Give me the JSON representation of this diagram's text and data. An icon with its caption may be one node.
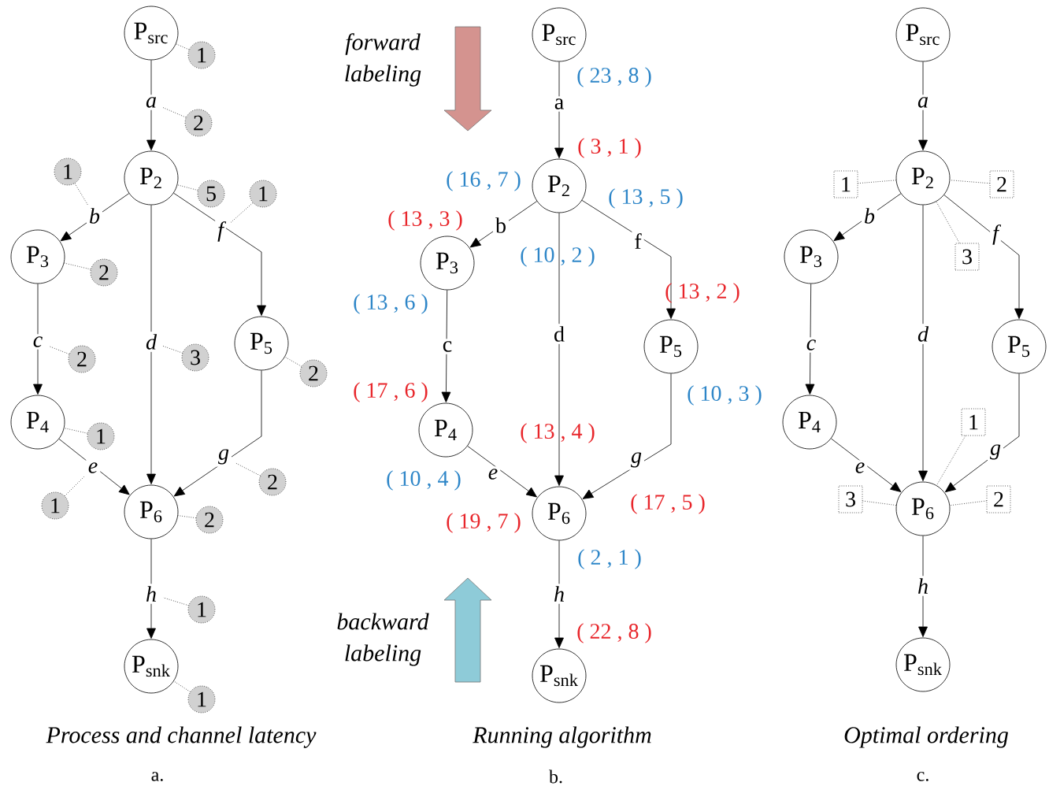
{
  "diagram": {
    "nodes": [
      {
        "text": [
          "P$_{src}$"
        ]
      },
      {
        "text": [
          "P$_{2}$"
        ]
      },
      {
        "text": [
          "P$_{3}$"
        ]
      },
      {
        "text": [
          "P$_{5}$"
        ]
      },
      {
        "text": [
          "P$_{4}$"
        ]
      },
      {
        "text": [
          "P$_{6}$"
        ]
      },
      {
        "text": [
          "P$_{snk}$"
        ]
      },
      {
        "text": [
          "1"
        ]
      },
      {
        "text": [
          "2"
        ]
      },
      {
        "text": [
          "1"
        ]
      },
      {
        "text": [
          "5"
        ]
      },
      {
        "text": [
          "1"
        ]
      },
      {
        "text": [
          "2"
        ]
      },
      {
        "text": [
          "2"
        ]
      },
      {
        "text": [
          "3"
        ]
      },
      {
        "text": [
          "2"
        ]
      },
      {
        "text": [
          "1"
        ]
      },
      {
        "text": [
          "1"
        ]
      },
      {
        "text": [
          "2"
        ]
      },
      {
        "text": [
          "2"
        ]
      },
      {
        "text": [
          "1"
        ]
      },
      {
        "text": [
          "1"
        ]
      },
      {
        "text": [
          "P$_{src}$"
        ]
      },
      {
        "text": [
          "P$_{2}$"
        ]
      },
      {
        "text": [
          "P$_{3}$"
        ]
      },
      {
        "text": [
          "P$_{5}$"
        ]
      },
      {
        "text": [
          "P$_{4}$"
        ]
      },
      {
        "text": [
          "P$_{6}$"
        ]
      },
      {
        "text": [
          "P$_{snk}$"
        ]
      },
      {
        "text": [
          "P$_{src}$"
        ]
      },
      {
        "text": [
          "P$_{2}$"
        ]
      },
      {
        "text": [
          "P$_{3}$"
        ]
      },
      {
        "text": [
          "P$_{5}$"
        ]
      },
      {
        "text": [
          "P$_{4}$"
        ]
      },
      {
        "text": [
          "P$_{6}$"
        ]
      },
      {
        "text": [
          "P$_{snk}$"
        ]
      },
      {
        "text": [
          "1"
        ]
      },
      {
        "text": [
          "2"
        ]
      },
      {
        "text": [
          "3"
        ]
      },
      {
        "text": [
          "1"
        ]
      },
      {
        "text": [
          "3"
        ]
      },
      {
        "text": [
          "2"
        ]
      }
    ],
    "edges": [
      {
        "from": 0,
        "to": 1,
        "arrow": "to",
        "label": "a"
      },
      {
        "from": 1,
        "to": 2,
        "arrow": "to",
        "label": "b"
      },
      {
        "from": 2,
        "to": 4,
        "arrow": "to",
        "label": "c"
      },
      {
        "from": 1,
        "to": 5,
        "arrow": "to",
        "label": "d"
      },
      {
        "from": 4,
        "to": 5,
        "arrow": "to",
        "label": "e"
      },
      {
        "from": 1,
        "to": 3,
        "arrow": "to",
        "label": "f"
      },
      {
        "from": 3,
        "to": 5,
        "arrow": "to",
        "label": "g"
      },
      {
        "from": 5,
        "to": 6,
        "arrow": "to",
        "label": "h"
      },
      {
        "from": 7,
        "to": 0,
        "arrow": "none",
        "style": "dashed"
      },
      {
        "from": 8,
        "to": null,
        "arrow": "none",
        "style": "dashed"
      },
      {
        "from": 9,
        "to": null,
        "arrow": "none",
        "style": "dashed"
      },
      {
        "from": 10,
        "to": 1,
        "arrow": "none",
        "style": "dashed"
      },
      {
        "from": 11,
        "to": null,
        "arrow": "none",
        "style": "dashed"
      },
      {
        "from": 12,
        "to": 2,
        "arrow": "none",
        "style": "dashed"
      },
      {
        "from": 13,
        "to": null,
        "arrow": "none",
        "style": "dashed"
      },
      {
        "from": 14,
        "to": null,
        "arrow": "none",
        "style": "dashed"
      },
      {
        "from": 15,
        "to": 3,
        "arrow": "none",
        "style": "dashed"
      },
      {
        "from": 16,
        "to": 4,
        "arrow": "none",
        "style": "dashed"
      },
      {
        "from": 17,
        "to": null,
        "arrow": "none",
        "style": "dashed"
      },
      {
        "from": 18,
        "to": null,
        "arrow": "none",
        "style": "dashed"
      },
      {
        "from": 19,
        "to": 5,
        "arrow": "none",
        "style": "dashed"
      },
      {
        "from": 20,
        "to": null,
        "arrow": "none",
        "style": "dashed"
      },
      {
        "from": 21,
        "to": 6,
        "arrow": "none",
        "style": "dashed"
      },
      {
        "from": 22,
        "to": 23,
        "arrow": "to",
        "label": "a"
      },
      {
        "from": 23,
        "to": 24,
        "arrow": "to",
        "label": "b"
      },
      {
        "from": 24,
        "to": 26,
        "arrow": "to",
        "label": "c"
      },
      {
        "from": 23,
        "to": 27,
        "arrow": "to",
        "label": "d"
      },
      {
        "from": 26,
        "to": 27,
        "arrow": "to",
        "label": "e"
      },
      {
        "from": 23,
        "to": 25,
        "arrow": "to",
        "label": "f"
      },
      {
        "from": 25,
        "to": 27,
        "arrow": "to",
        "label": "g"
      },
      {
        "from": 27,
        "to": 28,
        "arrow": "to",
        "label": "h"
      },
      {
        "from": 29,
        "to": 30,
        "arrow": "to",
        "label": "a"
      },
      {
        "from": 30,
        "to": 31,
        "arrow": "to",
        "label": "b"
      },
      {
        "from": 31,
        "to": 33,
        "arrow": "to",
        "label": "c"
      },
      {
        "from": 30,
        "to": 34,
        "arrow": "to",
        "label": "d"
      },
      {
        "from": 33,
        "to": 34,
        "arrow": "to",
        "label": "e"
      },
      {
        "from": 30,
        "to": 32,
        "arrow": "to",
        "label": "f"
      },
      {
        "from": 32,
        "to": 34,
        "arrow": "to",
        "label": "g"
      },
      {
        "from": 34,
        "to": 35,
        "arrow": "to",
        "label": "h"
      },
      {
        "from": 36,
        "to": 30,
        "arrow": "none",
        "style": "dashed"
      },
      {
        "from": 37,
        "to": 30,
        "arrow": "none",
        "style": "dashed"
      },
      {
        "from": 38,
        "to": 30,
        "arrow": "none",
        "style": "dashed"
      },
      {
        "from": 39,
        "to": 34,
        "arrow": "none",
        "style": "dashed"
      },
      {
        "from": 40,
        "to": 34,
        "arrow": "none",
        "style": "dashed"
      },
      {
        "from": 41,
        "to": 34,
        "arrow": "none",
        "style": "dashed"
      }
    ],
    "labels": [
      "forward labeling",
      "( 23 , 8 )",
      "( 3 , 1 )",
      "( 16 , 7 )",
      "( 13 , 5 )",
      "( 13 , 3 )",
      "( 10 , 2 )",
      "( 13 , 6 )",
      "( 13 , 2 )",
      "( 17 , 6 )",
      "( 10 , 3 )",
      "( 13 , 4 )",
      "( 10 , 4 )",
      "( 17 , 5 )",
      "( 19 , 7 )",
      "( 2 , 1 )",
      "backward labeling",
      "( 22 , 8 )",
      "Process and channel latency",
      "Running algorithm",
      "Optimal ordering",
      "a.",
      "b.",
      "c."
    ]
  }
}
